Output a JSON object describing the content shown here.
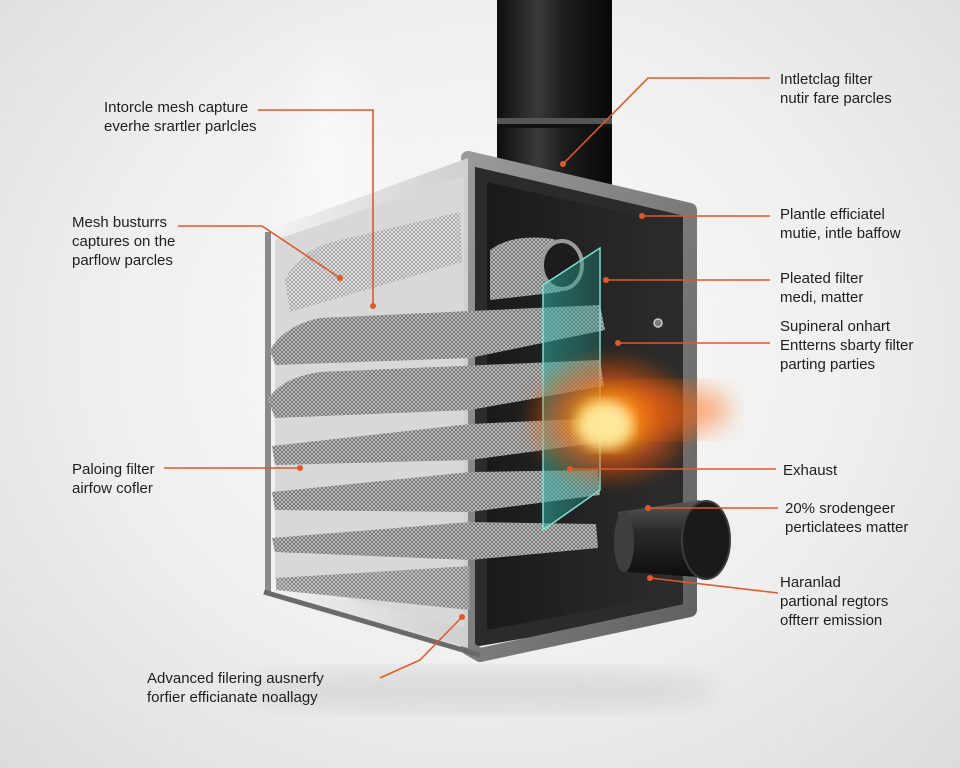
{
  "diagram": {
    "colors": {
      "leader_line": "#e0592a",
      "frame": "#7d7d7d",
      "housing_dark": "#151515",
      "glass": "#39b3a2",
      "glow": "#ff8a1a"
    },
    "labels": {
      "top_left": [
        "Intorcle mesh capture",
        "everhe srartler parlcles"
      ],
      "left_mesh": [
        "Mesh busturrs",
        "captures on the",
        "parflow parcles"
      ],
      "left_pleating": [
        "Paloing filter",
        "airfow cofler"
      ],
      "bottom": [
        "Advanced filering ausnerfy",
        "forfier efficianate noallagy"
      ],
      "top_right": [
        "Intletclag filter",
        "nutir fare parcles"
      ],
      "right_baffle": [
        "Plantle efficiatel",
        "mutie, intle baffow"
      ],
      "right_pleated": [
        "Pleated filter",
        "medi, matter"
      ],
      "right_supineral": [
        "Supineral onhart",
        "Entterns sbarty filter",
        "parting parties"
      ],
      "right_exhaust": [
        "Exhaust"
      ],
      "right_particulate": [
        "20% srodengeer",
        "perticlatees matter"
      ],
      "right_emission": [
        "Haranlad",
        "partional regtors",
        "offterr emission"
      ]
    }
  }
}
